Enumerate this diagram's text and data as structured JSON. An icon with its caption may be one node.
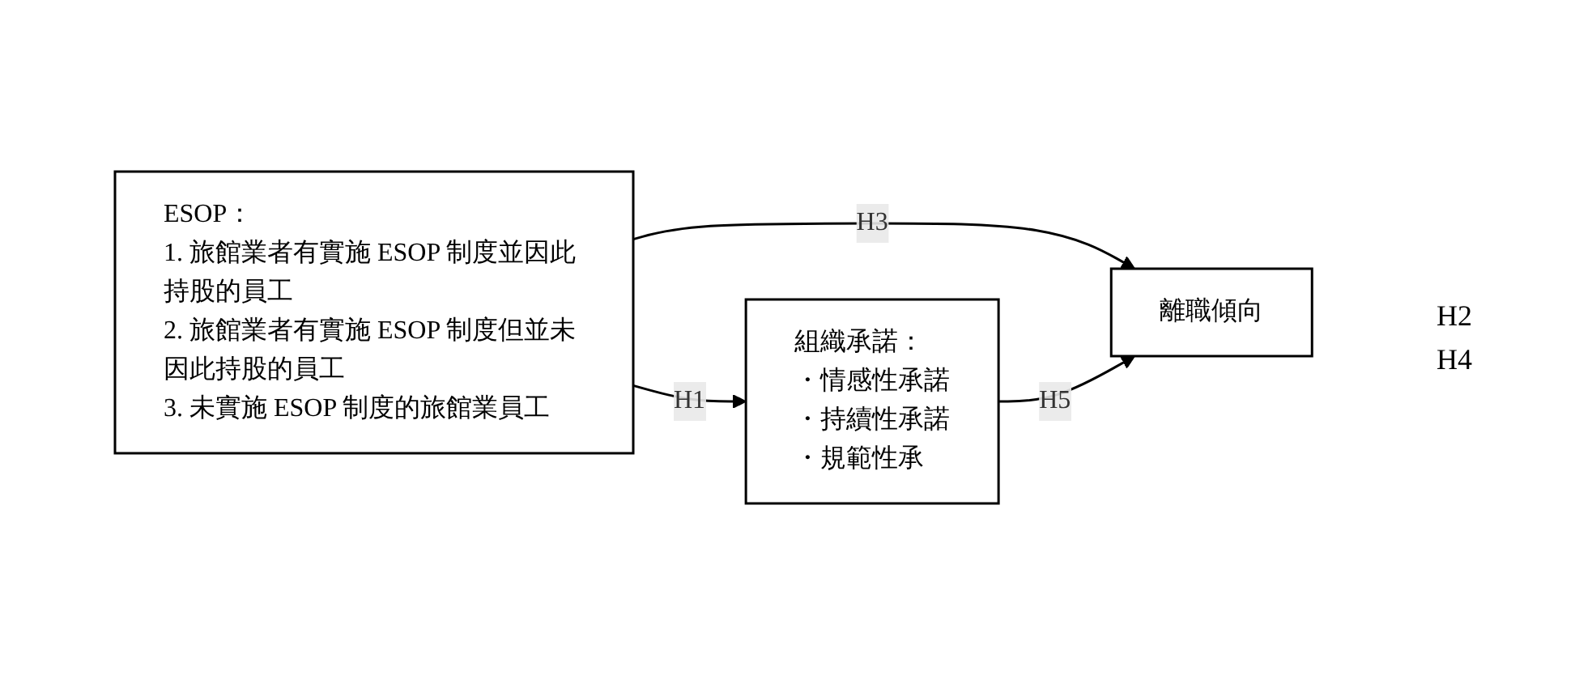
{
  "diagram": {
    "nodes": [
      {
        "text": [
          "ESOP：",
          "1. 旅館業者有實施 ESOP 制度並因此持股的員工",
          "2. 旅館業者有實施 ESOP 制度但並未因此持股的員工",
          "3. 未實施 ESOP 制度的旅館業員工"
        ]
      },
      {
        "text": [
          "組織承諾：",
          "・情感性承諾",
          "・持續性承諾",
          "・規範性承"
        ]
      },
      {
        "text": [
          "離職傾向"
        ]
      }
    ],
    "edges": [
      {
        "from": 0,
        "to": 1,
        "arrow": "to",
        "label": "H1"
      },
      {
        "from": 0,
        "to": 2,
        "arrow": "to",
        "label": "H3"
      },
      {
        "from": 1,
        "to": 2,
        "arrow": "to",
        "label": "H5"
      }
    ],
    "labels": [
      "H2",
      "H4"
    ]
  }
}
